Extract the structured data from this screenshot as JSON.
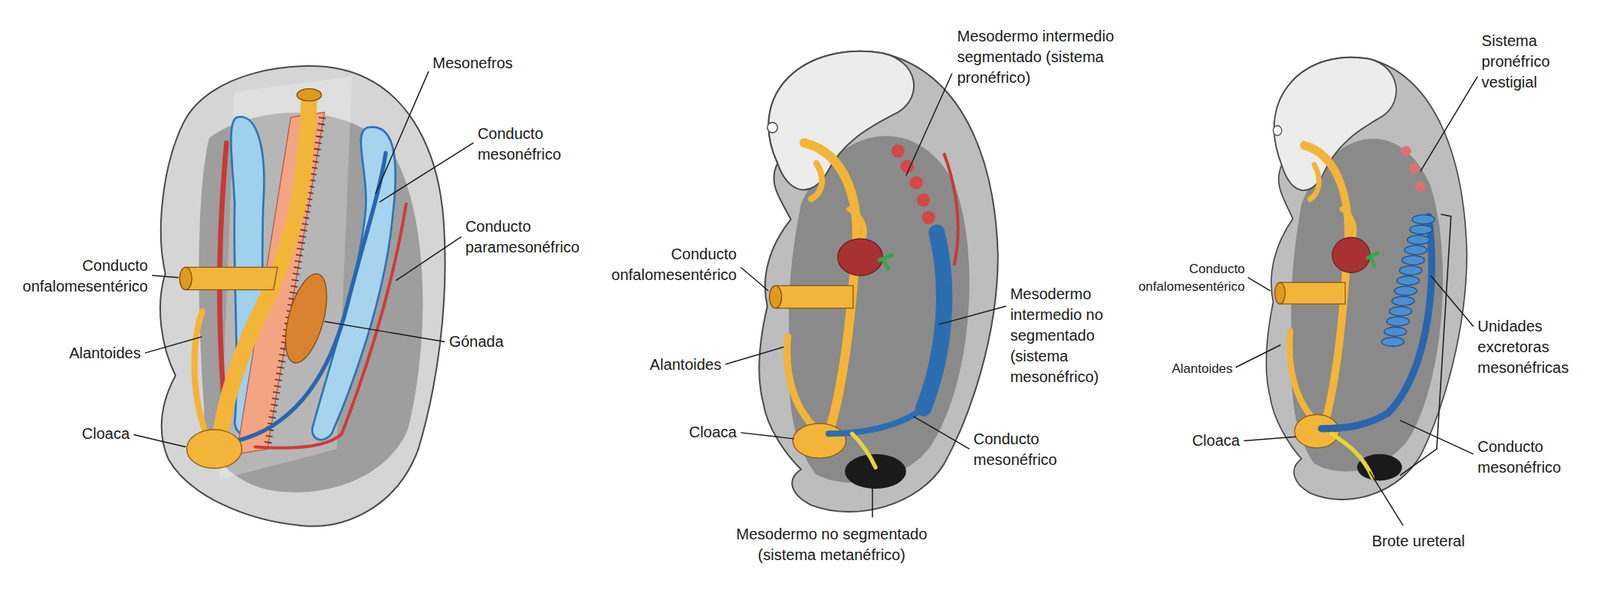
{
  "diagram": {
    "labels": [
      "Mesonefros",
      "Conducto mesonéfrico",
      "Conducto paramesonéfrico",
      "Conducto onfalomesentérico",
      "Alantoides",
      "Gónada",
      "Cloaca",
      "Mesodermo intermedio segmentado (sistema pronéfrico)",
      "Conducto onfalomesentérico",
      "Mesodermo intermedio no segmentado (sistema mesonéfrico)",
      "Alantoides",
      "Cloaca",
      "Conducto mesonéfrico",
      "Mesodermo no segmentado (sistema metanéfrico)",
      "Sistema pronéfrico vestigial",
      "Conducto onfalomesentérico",
      "Unidades excretoras mesonéfricas",
      "Alantoides",
      "Cloaca",
      "Conducto mesonéfrico",
      "Brote ureteral"
    ]
  }
}
